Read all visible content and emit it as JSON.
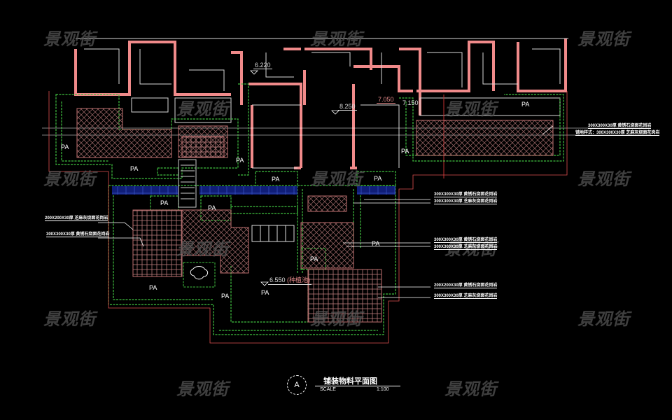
{
  "drawing": {
    "title": "铺装物料平面图",
    "symbol": "A",
    "scale_label": "SCALE",
    "scale_value": "1:100"
  },
  "watermark": "景观街",
  "elevations": {
    "e1": "6.220",
    "e2": "8.250",
    "e3": "7.050",
    "e4": "7.150",
    "e5": "6.550",
    "e5_note": "(种植池)"
  },
  "area_label": "PA",
  "callouts": {
    "right_top_1": "300X300X30厚 黄锈石烧面花岗岩",
    "right_top_2": "铺地样式：300X300X30厚 芝麻灰烧面花岗岩",
    "left_1": "200X200X30厚 芝麻灰烧面花岗岩",
    "left_2": "300X300X30厚 黄锈石烧面花岗岩",
    "mid_1": "300X300X30厚 黄锈石烧面花岗岩",
    "mid_2": "300X300X30厚 芝麻灰烧面花岗岩",
    "mid_3": "300X300X30厚 黄锈石烧面花岗岩",
    "mid_4": "300X300X30厚 芝麻灰烧面花岗岩",
    "low_1": "200X200X30厚 黄锈石烧面花岗岩",
    "low_2": "300X300X30厚 芝麻灰烧面花岗岩"
  },
  "colors": {
    "background": "#000000",
    "wall": "#f08a8a",
    "planter": "#3fbf3f",
    "paving": "#b07070",
    "water": "#1a2fa0"
  }
}
